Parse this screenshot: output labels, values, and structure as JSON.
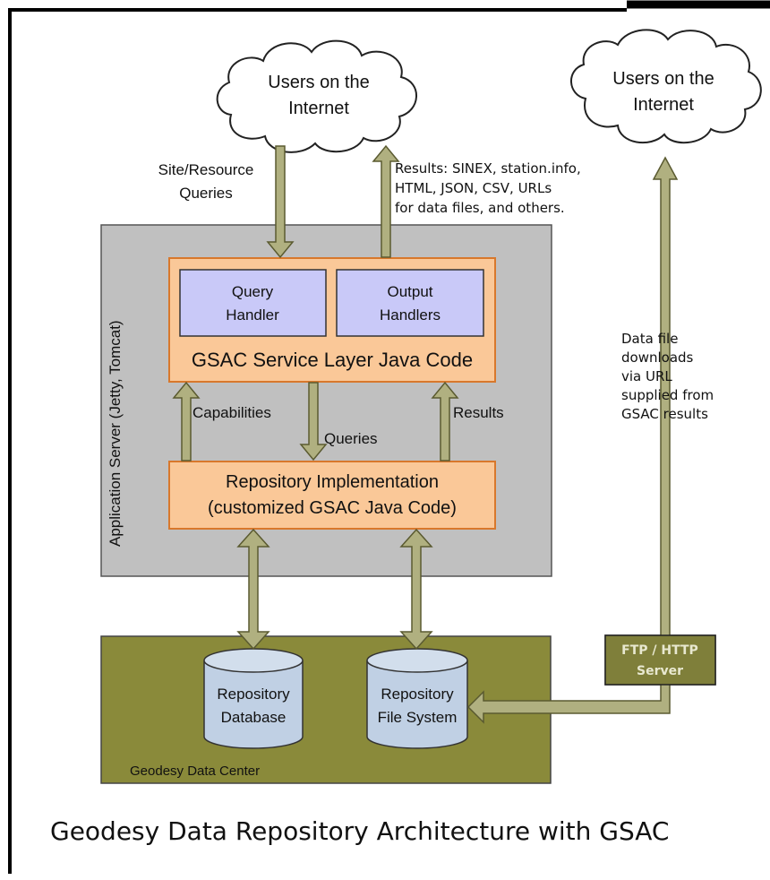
{
  "diagram": {
    "title": "Geodesy Data Repository Architecture with GSAC",
    "clouds": [
      {
        "line1": "Users on the",
        "line2": "Internet"
      },
      {
        "line1": "Users on the",
        "line2": "Internet"
      }
    ],
    "query_label": {
      "line1": "Site/Resource",
      "line2": "Queries"
    },
    "results_label": {
      "line1": "Results: SINEX, station.info,",
      "line2": "HTML, JSON, CSV, URLs",
      "line3": "for data files, and others."
    },
    "app_server_label": "Application Server (Jetty, Tomcat)",
    "service_layer": {
      "label": "GSAC Service Layer Java Code",
      "query_handler": {
        "line1": "Query",
        "line2": "Handler"
      },
      "output_handlers": {
        "line1": "Output",
        "line2": "Handlers"
      }
    },
    "capabilities_label": "Capabilities",
    "queries_label": "Queries",
    "results_inner_label": "Results",
    "repository_impl": {
      "line1": "Repository Implementation",
      "line2": "(customized GSAC Java Code)"
    },
    "data_center": {
      "label": "Geodesy Data Center",
      "database": {
        "line1": "Repository",
        "line2": "Database"
      },
      "file_system": {
        "line1": "Repository",
        "line2": "File System"
      }
    },
    "ftp_server": {
      "line1": "FTP / HTTP",
      "line2": "Server"
    },
    "download_note": {
      "line1": "Data file",
      "line2": "downloads",
      "line3": "via URL",
      "line4": "supplied from",
      "line5": "GSAC results"
    },
    "colors": {
      "app_server_fill": "#c0c0c0",
      "service_fill": "#fac898",
      "service_stroke": "#d8782c",
      "handler_fill": "#c9c9f8",
      "data_center_fill": "#8a8a3a",
      "ftp_fill": "#7f7f3a",
      "cylinder_fill": "#c0d0e4",
      "arrow_fill": "#b0b080",
      "arrow_stroke": "#5a5a30"
    }
  }
}
